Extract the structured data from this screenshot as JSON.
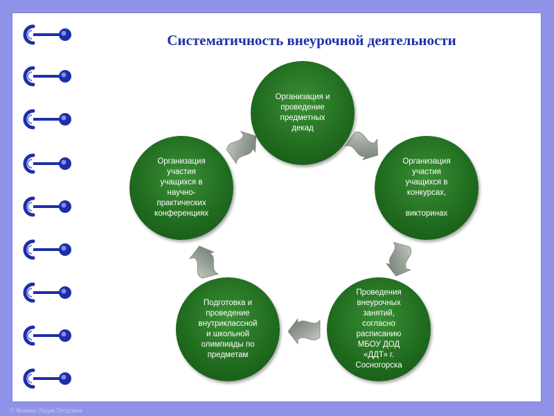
{
  "title": "Систематичность внеурочной деятельности",
  "nodes": [
    {
      "label": "Организация и\nпроведение\nпредметных\nдекад"
    },
    {
      "label": "Организация\nучастия\nучащихся в\nконкурсах,\n\nвикторинах"
    },
    {
      "label": "Проведения\nвнеурочных\nзанятий,\nсогласно\nрасписанию\nМБОУ ДОД\n«ДДТ» г.\nСосногорска"
    },
    {
      "label": "Подготовка и\nпроведение\nвнутриклассной\nи школьной\nолимпиады по\nпредметам"
    },
    {
      "label": "Организация\nучастия\nучащихся в\nнаучно-\nпрактических\nконференциях"
    }
  ],
  "copyright": "© Фокина Лидия Петровна",
  "colors": {
    "background": "#8f93e8",
    "page": "#ffffff",
    "title": "#1e2fa8",
    "node": "#1f6a1e",
    "arrow": "#9aa39a",
    "ring": "#1c2fa6"
  },
  "icons": [
    "spiral-ring-icon",
    "cycle-arrow-icon"
  ]
}
